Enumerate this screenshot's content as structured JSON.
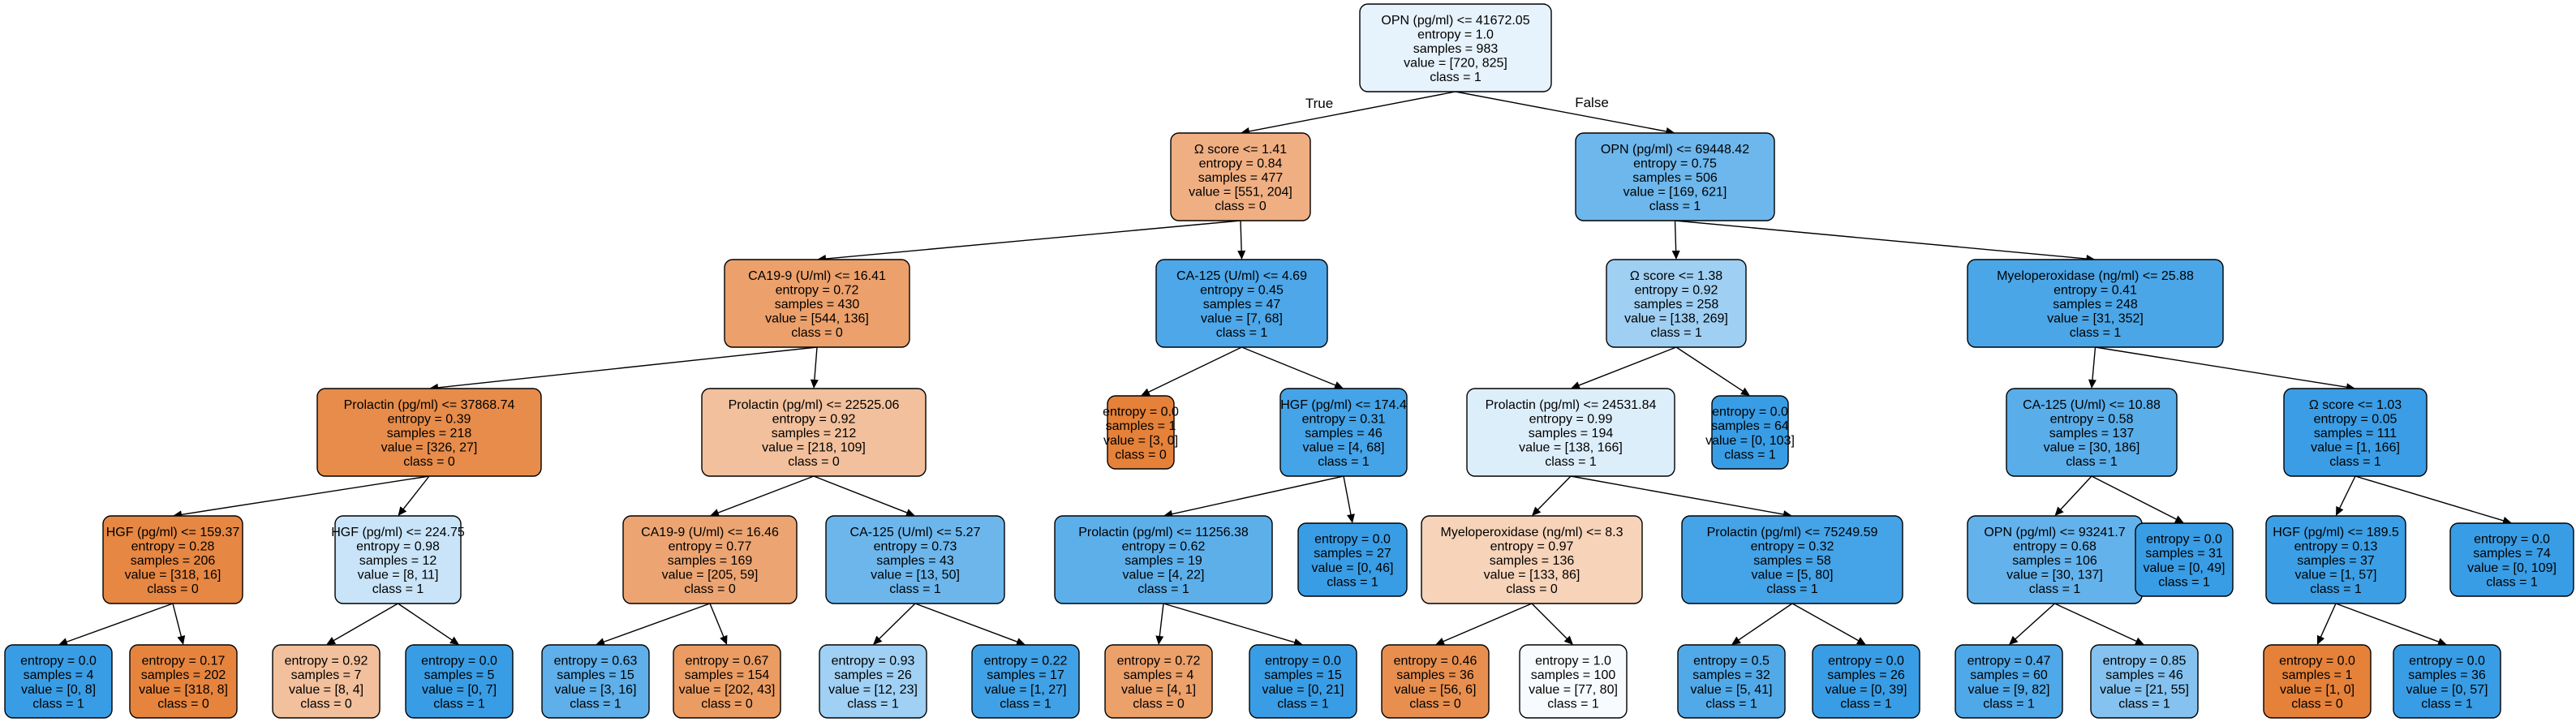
{
  "tree": {
    "edge_labels": {
      "true": "True",
      "false": "False"
    },
    "nodes": [
      {
        "id": "n0",
        "lines": [
          "OPN (pg/ml) <= 41672.05",
          "entropy = 1.0",
          "samples = 983",
          "value = [720, 825]",
          "class = 1"
        ],
        "fill": "#e6f2fc"
      },
      {
        "id": "n1",
        "lines": [
          "Ω score <= 1.41",
          "entropy = 0.84",
          "samples = 477",
          "value = [551, 204]",
          "class = 0"
        ],
        "fill": "#f0af82"
      },
      {
        "id": "n2",
        "lines": [
          "OPN (pg/ml) <= 69448.42",
          "entropy = 0.75",
          "samples = 506",
          "value = [169, 621]",
          "class = 1"
        ],
        "fill": "#6db7ec"
      },
      {
        "id": "n3",
        "lines": [
          "CA19-9 (U/ml) <= 16.41",
          "entropy = 0.72",
          "samples = 430",
          "value = [544, 136]",
          "class = 0"
        ],
        "fill": "#eca06b"
      },
      {
        "id": "n4",
        "lines": [
          "CA-125 (U/ml) <= 4.69",
          "entropy = 0.45",
          "samples = 47",
          "value = [7, 68]",
          "class = 1"
        ],
        "fill": "#4da7e8"
      },
      {
        "id": "n5",
        "lines": [
          "Ω score <= 1.38",
          "entropy = 0.92",
          "samples = 258",
          "value = [138, 269]",
          "class = 1"
        ],
        "fill": "#9fcff2"
      },
      {
        "id": "n6",
        "lines": [
          "Myeloperoxidase (ng/ml) <= 25.88",
          "entropy = 0.41",
          "samples = 248",
          "value = [31, 352]",
          "class = 1"
        ],
        "fill": "#4ba6e7"
      },
      {
        "id": "n7",
        "lines": [
          "Prolactin (pg/ml) <= 37868.74",
          "entropy = 0.39",
          "samples = 218",
          "value = [326, 27]",
          "class = 0"
        ],
        "fill": "#e78c4a"
      },
      {
        "id": "n8",
        "lines": [
          "Prolactin (pg/ml) <= 22525.06",
          "entropy = 0.92",
          "samples = 212",
          "value = [218, 109]",
          "class = 0"
        ],
        "fill": "#f2c09c"
      },
      {
        "id": "n9",
        "lines": [
          "entropy = 0.0",
          "samples = 1",
          "value = [3, 0]",
          "class = 0"
        ],
        "fill": "#e58139"
      },
      {
        "id": "n10",
        "lines": [
          "HGF (pg/ml) <= 174.4",
          "entropy = 0.31",
          "samples = 46",
          "value = [4, 68]",
          "class = 1"
        ],
        "fill": "#45a3e7"
      },
      {
        "id": "n11",
        "lines": [
          "Prolactin (pg/ml) <= 24531.84",
          "entropy = 0.99",
          "samples = 194",
          "value = [138, 166]",
          "class = 1"
        ],
        "fill": "#ddeefb"
      },
      {
        "id": "n12",
        "lines": [
          "entropy = 0.0",
          "samples = 64",
          "value = [0, 103]",
          "class = 1"
        ],
        "fill": "#399de5"
      },
      {
        "id": "n13",
        "lines": [
          "CA-125 (U/ml) <= 10.88",
          "entropy = 0.58",
          "samples = 137",
          "value = [30, 186]",
          "class = 1"
        ],
        "fill": "#59ade9"
      },
      {
        "id": "n14",
        "lines": [
          "Ω score <= 1.03",
          "entropy = 0.05",
          "samples = 111",
          "value = [1, 166]",
          "class = 1"
        ],
        "fill": "#3a9de5"
      },
      {
        "id": "n15",
        "lines": [
          "HGF (pg/ml) <= 159.37",
          "entropy = 0.28",
          "samples = 206",
          "value = [318, 16]",
          "class = 0"
        ],
        "fill": "#e68743"
      },
      {
        "id": "n16",
        "lines": [
          "HGF (pg/ml) <= 224.75",
          "entropy = 0.98",
          "samples = 12",
          "value = [8, 11]",
          "class = 1"
        ],
        "fill": "#c9e4f8"
      },
      {
        "id": "n17",
        "lines": [
          "CA19-9 (U/ml) <= 16.46",
          "entropy = 0.77",
          "samples = 169",
          "value = [205, 59]",
          "class = 0"
        ],
        "fill": "#eca572"
      },
      {
        "id": "n18",
        "lines": [
          "CA-125 (U/ml) <= 5.27",
          "entropy = 0.73",
          "samples = 43",
          "value = [13, 50]",
          "class = 1"
        ],
        "fill": "#6cb6ec"
      },
      {
        "id": "n19",
        "lines": [
          "Prolactin (pg/ml) <= 11256.38",
          "entropy = 0.62",
          "samples = 19",
          "value = [4, 22]",
          "class = 1"
        ],
        "fill": "#5dafea"
      },
      {
        "id": "n20",
        "lines": [
          "entropy = 0.0",
          "samples = 27",
          "value = [0, 46]",
          "class = 1"
        ],
        "fill": "#399de5"
      },
      {
        "id": "n21",
        "lines": [
          "Myeloperoxidase (ng/ml) <= 8.3",
          "entropy = 0.97",
          "samples = 136",
          "value = [133, 86]",
          "class = 0"
        ],
        "fill": "#f6d3b9"
      },
      {
        "id": "n22",
        "lines": [
          "Prolactin (pg/ml) <= 75249.59",
          "entropy = 0.32",
          "samples = 58",
          "value = [5, 80]",
          "class = 1"
        ],
        "fill": "#45a3e7"
      },
      {
        "id": "n23",
        "lines": [
          "OPN (pg/ml) <= 93241.7",
          "entropy = 0.68",
          "samples = 106",
          "value = [30, 137]",
          "class = 1"
        ],
        "fill": "#64b2eb"
      },
      {
        "id": "n24",
        "lines": [
          "entropy = 0.0",
          "samples = 31",
          "value = [0, 49]",
          "class = 1"
        ],
        "fill": "#399de5"
      },
      {
        "id": "n25",
        "lines": [
          "HGF (pg/ml) <= 189.5",
          "entropy = 0.13",
          "samples = 37",
          "value = [1, 57]",
          "class = 1"
        ],
        "fill": "#3c9fe5"
      },
      {
        "id": "n26",
        "lines": [
          "entropy = 0.0",
          "samples = 74",
          "value = [0, 109]",
          "class = 1"
        ],
        "fill": "#399de5"
      },
      {
        "id": "n27",
        "lines": [
          "entropy = 0.0",
          "samples = 4",
          "value = [0, 8]",
          "class = 1"
        ],
        "fill": "#399de5"
      },
      {
        "id": "n28",
        "lines": [
          "entropy = 0.17",
          "samples = 202",
          "value = [318, 8]",
          "class = 0"
        ],
        "fill": "#e6843e"
      },
      {
        "id": "n29",
        "lines": [
          "entropy = 0.92",
          "samples = 7",
          "value = [8, 4]",
          "class = 0"
        ],
        "fill": "#f2c09c"
      },
      {
        "id": "n30",
        "lines": [
          "entropy = 0.0",
          "samples = 5",
          "value = [0, 7]",
          "class = 1"
        ],
        "fill": "#399de5"
      },
      {
        "id": "n31",
        "lines": [
          "entropy = 0.63",
          "samples = 15",
          "value = [3, 16]",
          "class = 1"
        ],
        "fill": "#5eafea"
      },
      {
        "id": "n32",
        "lines": [
          "entropy = 0.67",
          "samples = 154",
          "value = [202, 43]",
          "class = 0"
        ],
        "fill": "#eb9c63"
      },
      {
        "id": "n33",
        "lines": [
          "entropy = 0.93",
          "samples = 26",
          "value = [12, 23]",
          "class = 1"
        ],
        "fill": "#a0d0f3"
      },
      {
        "id": "n34",
        "lines": [
          "entropy = 0.22",
          "samples = 17",
          "value = [1, 27]",
          "class = 1"
        ],
        "fill": "#40a1e6"
      },
      {
        "id": "n35",
        "lines": [
          "entropy = 0.72",
          "samples = 4",
          "value = [4, 1]",
          "class = 0"
        ],
        "fill": "#eca06a"
      },
      {
        "id": "n36",
        "lines": [
          "entropy = 0.0",
          "samples = 15",
          "value = [0, 21]",
          "class = 1"
        ],
        "fill": "#399de5"
      },
      {
        "id": "n37",
        "lines": [
          "entropy = 0.46",
          "samples = 36",
          "value = [56, 6]",
          "class = 0"
        ],
        "fill": "#e88f4f"
      },
      {
        "id": "n38",
        "lines": [
          "entropy = 1.0",
          "samples = 100",
          "value = [77, 80]",
          "class = 1"
        ],
        "fill": "#f8fbfe"
      },
      {
        "id": "n39",
        "lines": [
          "entropy = 0.5",
          "samples = 32",
          "value = [5, 41]",
          "class = 1"
        ],
        "fill": "#51a9e8"
      },
      {
        "id": "n40",
        "lines": [
          "entropy = 0.0",
          "samples = 26",
          "value = [0, 39]",
          "class = 1"
        ],
        "fill": "#399de5"
      },
      {
        "id": "n41",
        "lines": [
          "entropy = 0.47",
          "samples = 60",
          "value = [9, 82]",
          "class = 1"
        ],
        "fill": "#4fa8e8"
      },
      {
        "id": "n42",
        "lines": [
          "entropy = 0.85",
          "samples = 46",
          "value = [21, 55]",
          "class = 1"
        ],
        "fill": "#85c2ef"
      },
      {
        "id": "n43",
        "lines": [
          "entropy = 0.0",
          "samples = 1",
          "value = [1, 0]",
          "class = 0"
        ],
        "fill": "#e58139"
      },
      {
        "id": "n44",
        "lines": [
          "entropy = 0.0",
          "samples = 36",
          "value = [0, 57]",
          "class = 1"
        ],
        "fill": "#399de5"
      }
    ],
    "edges": [
      [
        "n0",
        "n1"
      ],
      [
        "n0",
        "n2"
      ],
      [
        "n1",
        "n3"
      ],
      [
        "n1",
        "n4"
      ],
      [
        "n2",
        "n5"
      ],
      [
        "n2",
        "n6"
      ],
      [
        "n3",
        "n7"
      ],
      [
        "n3",
        "n8"
      ],
      [
        "n4",
        "n9"
      ],
      [
        "n4",
        "n10"
      ],
      [
        "n5",
        "n11"
      ],
      [
        "n5",
        "n12"
      ],
      [
        "n6",
        "n13"
      ],
      [
        "n6",
        "n14"
      ],
      [
        "n7",
        "n15"
      ],
      [
        "n7",
        "n16"
      ],
      [
        "n8",
        "n17"
      ],
      [
        "n8",
        "n18"
      ],
      [
        "n10",
        "n19"
      ],
      [
        "n10",
        "n20"
      ],
      [
        "n11",
        "n21"
      ],
      [
        "n11",
        "n22"
      ],
      [
        "n13",
        "n23"
      ],
      [
        "n13",
        "n24"
      ],
      [
        "n14",
        "n25"
      ],
      [
        "n14",
        "n26"
      ],
      [
        "n15",
        "n27"
      ],
      [
        "n15",
        "n28"
      ],
      [
        "n16",
        "n29"
      ],
      [
        "n16",
        "n30"
      ],
      [
        "n17",
        "n31"
      ],
      [
        "n17",
        "n32"
      ],
      [
        "n18",
        "n33"
      ],
      [
        "n18",
        "n34"
      ],
      [
        "n19",
        "n35"
      ],
      [
        "n19",
        "n36"
      ],
      [
        "n21",
        "n37"
      ],
      [
        "n21",
        "n38"
      ],
      [
        "n22",
        "n39"
      ],
      [
        "n22",
        "n40"
      ],
      [
        "n23",
        "n41"
      ],
      [
        "n23",
        "n42"
      ],
      [
        "n25",
        "n43"
      ],
      [
        "n25",
        "n44"
      ]
    ]
  }
}
